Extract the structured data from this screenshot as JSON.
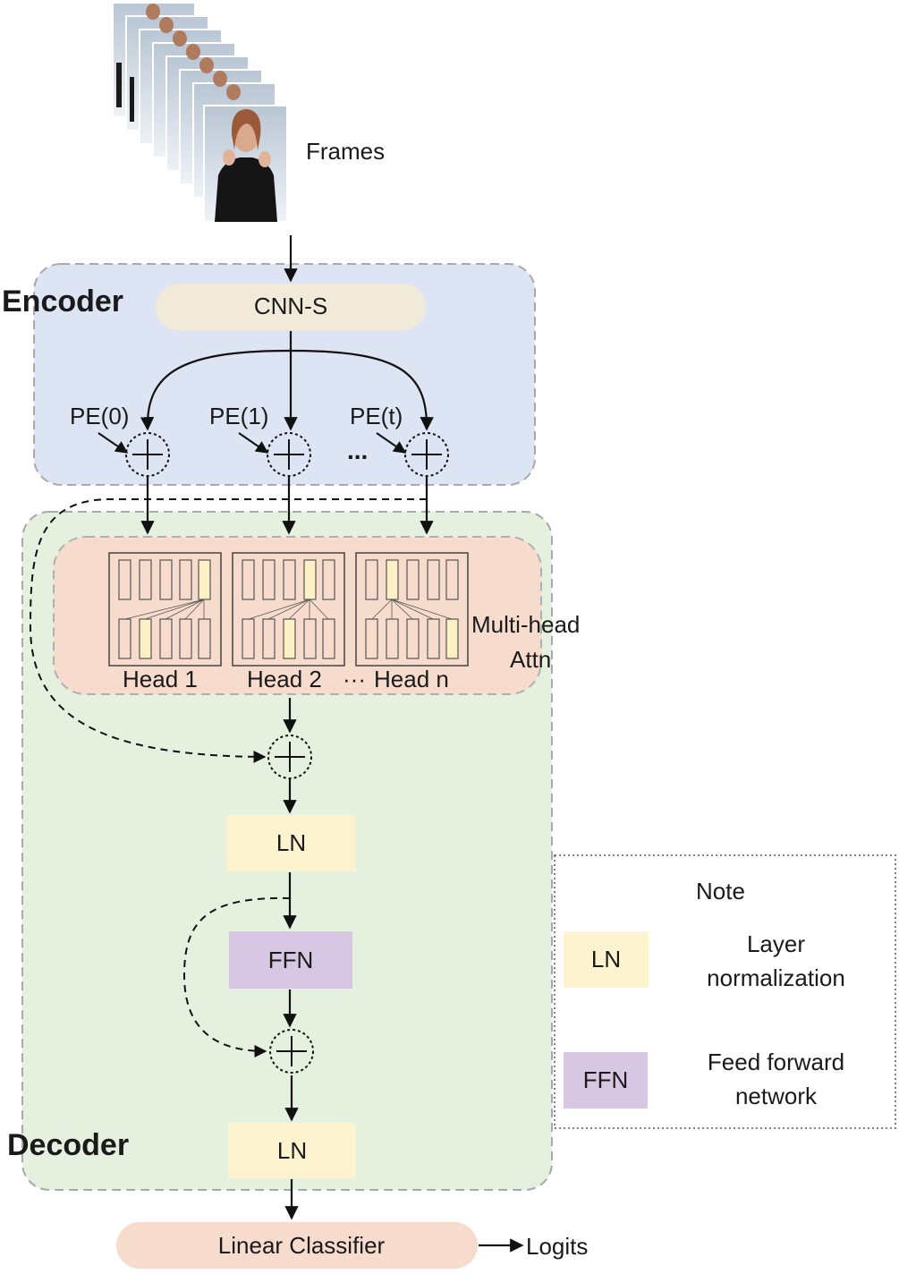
{
  "frames_label": "Frames",
  "encoder": {
    "title": "Encoder",
    "cnn_label": "CNN-S",
    "pe_labels": [
      "PE(0)",
      "PE(1)",
      "PE(t)"
    ],
    "ellipsis": "..."
  },
  "attention": {
    "title_line1": "Multi-head",
    "title_line2": "Attn",
    "heads": [
      "Head 1",
      "Head 2",
      "Head n"
    ],
    "ellipsis": "···"
  },
  "decoder": {
    "title": "Decoder",
    "ln1_label": "LN",
    "ffn_label": "FFN",
    "ln2_label": "LN"
  },
  "classifier_label": "Linear Classifier",
  "logits_label": "Logits",
  "note": {
    "title": "Note",
    "ln_box": "LN",
    "ln_desc_line1": "Layer",
    "ln_desc_line2": "normalization",
    "ffn_box": "FFN",
    "ffn_desc_line1": "Feed forward",
    "ffn_desc_line2": "network"
  },
  "colors": {
    "encoder_bg": "#dde4f3",
    "decoder_bg": "#e6f0df",
    "attn_bg": "#f7dccd",
    "cnn_bg": "#f2ead8",
    "ln_bg": "#fdf3cf",
    "ffn_bg": "#d7c7e3",
    "classifier_bg": "#f7dccd",
    "highlight": "#fdf0c4"
  }
}
